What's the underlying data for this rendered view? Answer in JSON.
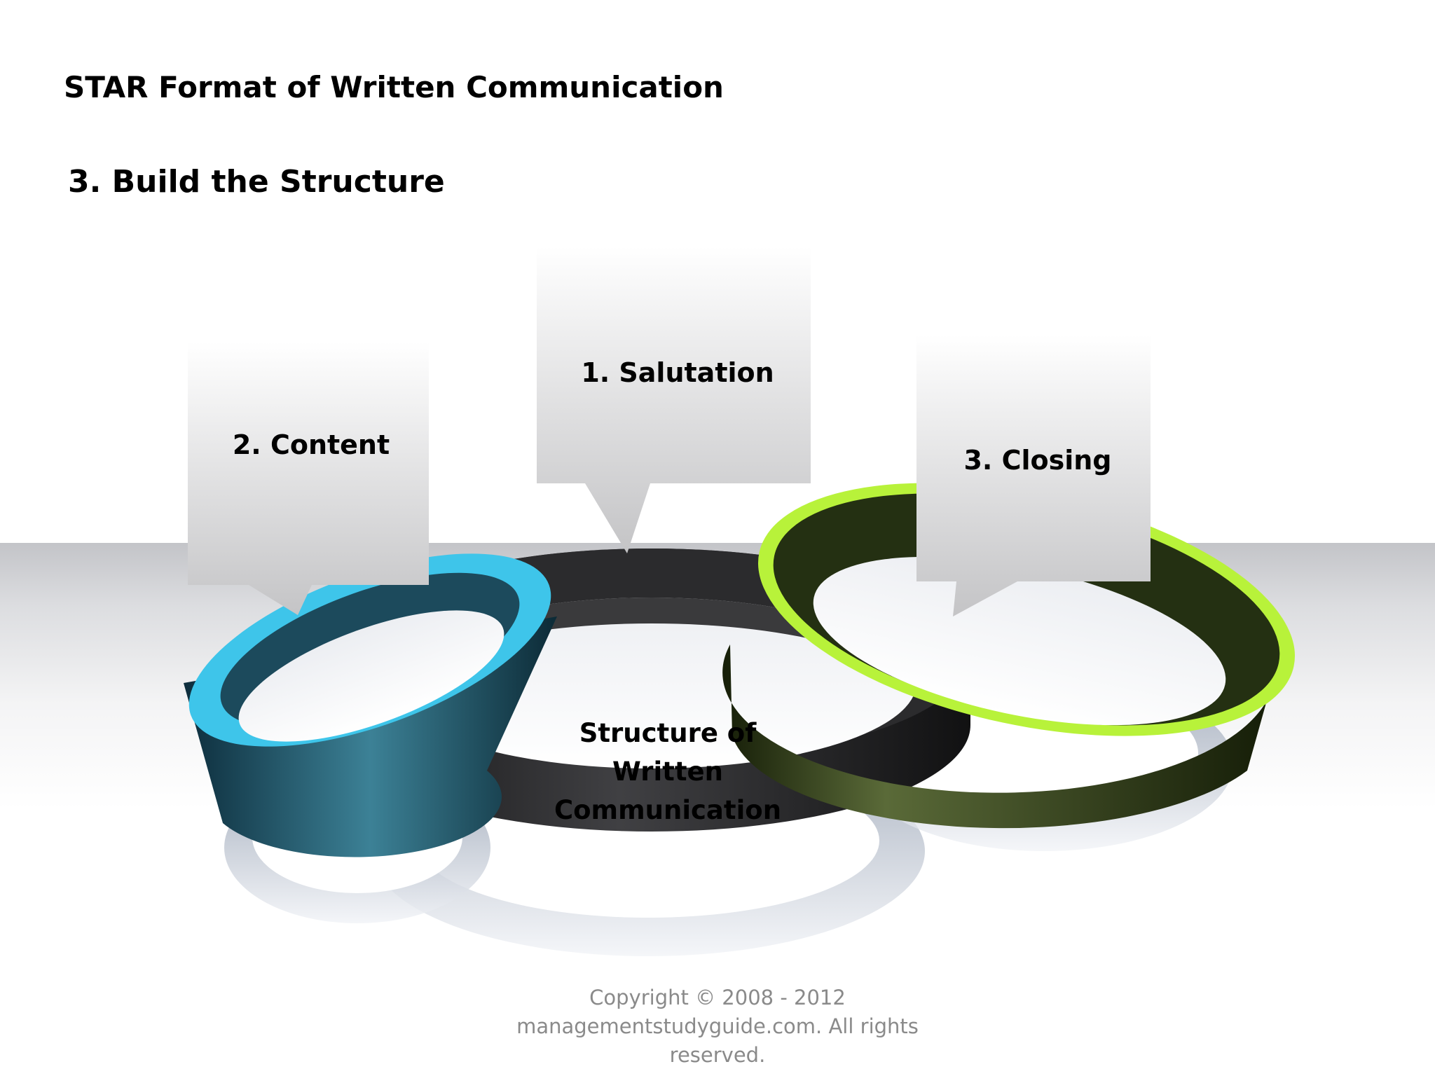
{
  "slide": {
    "title": "STAR Format of Written Communication",
    "subtitle": "3. Build the Structure"
  },
  "diagram": {
    "center_label_lines": [
      "Structure of",
      "Written",
      "Communication"
    ],
    "callouts": {
      "salutation": "1. Salutation",
      "content": "2. Content",
      "closing": "3. Closing"
    },
    "ring_colors": {
      "center": "#2a2a2c",
      "content": "#3ec5ea",
      "closing": "#b8f23a"
    }
  },
  "footer": {
    "copyright_lines": [
      "Copyright © 2008 - 2012",
      "managementstudyguide.com. All rights",
      "reserved."
    ]
  }
}
